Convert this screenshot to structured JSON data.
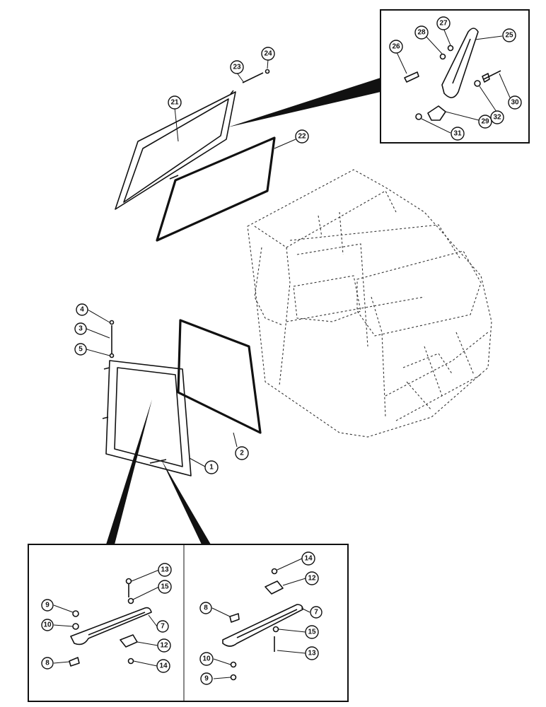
{
  "diagram": {
    "callouts": {
      "p1": "1",
      "p2": "2",
      "p3": "3",
      "p4": "4",
      "p5": "5",
      "p21": "21",
      "p22": "22",
      "p23": "23",
      "p24": "24",
      "p25": "25",
      "p26": "26",
      "p27": "27",
      "p28": "28",
      "p29": "29",
      "p30": "30",
      "p31": "31",
      "p32": "32",
      "l8": "8",
      "l9": "9",
      "l10": "10",
      "l7": "7",
      "l12": "12",
      "l13": "13",
      "l14": "14",
      "l15": "15",
      "r8": "8",
      "r9": "9",
      "r10": "10",
      "r7": "7",
      "r12": "12",
      "r13": "13",
      "r14": "14",
      "r15": "15"
    }
  }
}
